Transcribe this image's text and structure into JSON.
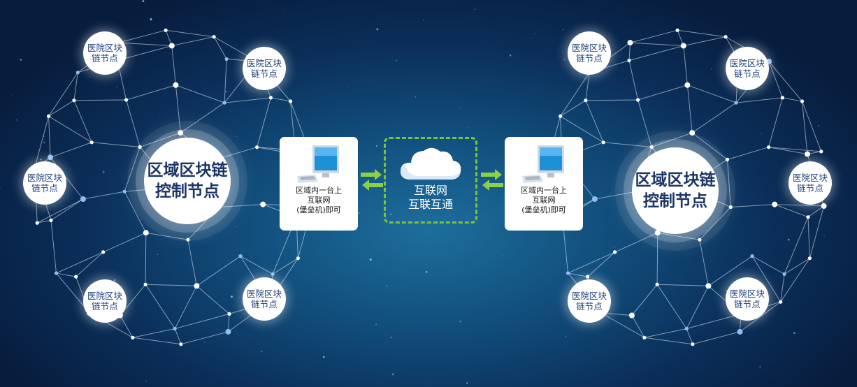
{
  "hospital_node_label": [
    "医院区块",
    "链节点"
  ],
  "control_node_label": [
    "区域区块链",
    "控制节点"
  ],
  "bastion_card_label": [
    "区域内一台上",
    "互联网",
    "(堡垒机)即可"
  ],
  "internet_label": [
    "互联网",
    "互联互通"
  ],
  "icons": [
    "computer-icon",
    "cloud-icon",
    "arrow-right-icon",
    "arrow-left-icon"
  ],
  "colors": {
    "background": "#0b2f5a",
    "node_text": "#1c3f7a",
    "dashed_border": "#7bc243",
    "arrow": "#8cd04a"
  }
}
